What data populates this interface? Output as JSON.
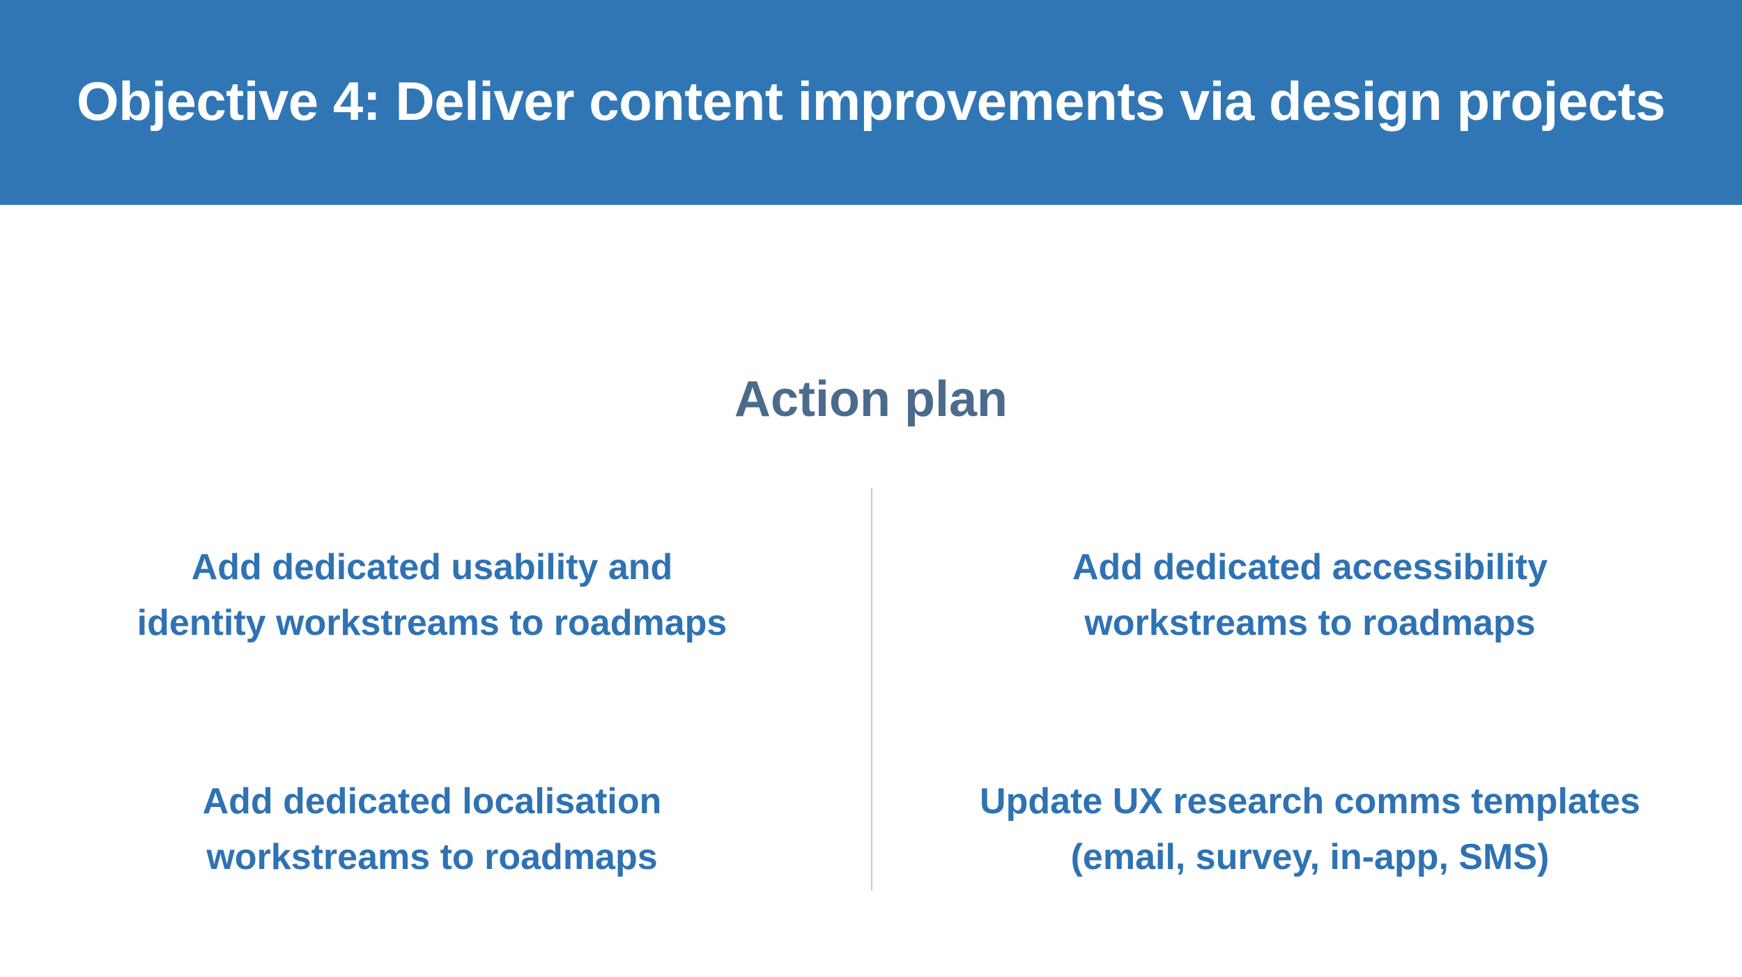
{
  "header": {
    "title": "Objective 4: Deliver content improvements via design projects"
  },
  "main": {
    "heading": "Action plan",
    "actions": [
      {
        "line1": "Add dedicated usability and",
        "line2": "identity workstreams to roadmaps"
      },
      {
        "line1": "Add dedicated accessibility",
        "line2": "workstreams to roadmaps"
      },
      {
        "line1": "Add dedicated localisation",
        "line2": "workstreams to roadmaps"
      },
      {
        "line1": "Update UX research comms templates",
        "line2": "(email, survey, in-app, SMS)"
      }
    ]
  },
  "colors": {
    "header_background": "#3076b5",
    "header_text": "#ffffff",
    "heading_text": "#4b6b8c",
    "action_text": "#2f72b3",
    "divider": "#b8c9e3"
  }
}
